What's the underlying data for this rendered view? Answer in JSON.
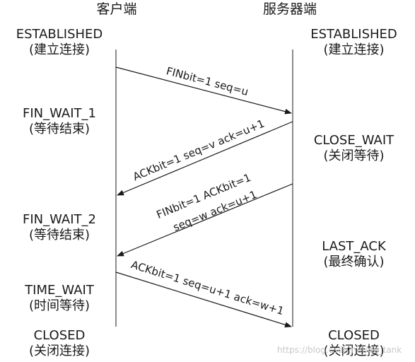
{
  "colors": {
    "line": "#1a1a1a",
    "text": "#1a1a1a",
    "watermark": "#c8c8c8",
    "background": "#ffffff"
  },
  "client": {
    "header": "客户端",
    "states": [
      {
        "name": "ESTABLISHED",
        "desc": "(建立连接)"
      },
      {
        "name": "FIN_WAIT_1",
        "desc": "(等待结束)"
      },
      {
        "name": "FIN_WAIT_2",
        "desc": "(等待结束)"
      },
      {
        "name": "TIME_WAIT",
        "desc": "(时间等待)"
      },
      {
        "name": "CLOSED",
        "desc": "(关闭连接)"
      }
    ]
  },
  "server": {
    "header": "服务器端",
    "states": [
      {
        "name": "ESTABLISHED",
        "desc": "(建立连接)"
      },
      {
        "name": "CLOSE_WAIT",
        "desc": "(关闭等待)"
      },
      {
        "name": "LAST_ACK",
        "desc": "(最终确认)"
      },
      {
        "name": "CLOSED",
        "desc": "(关闭连接)"
      }
    ]
  },
  "messages": [
    {
      "lines": [
        "FINbit=1 seq=u"
      ]
    },
    {
      "lines": [
        "ACKbit=1 seq=v ack=u+1"
      ]
    },
    {
      "lines": [
        "FINbit=1 ACKbit=1",
        "seq=w ack=u+1"
      ]
    },
    {
      "lines": [
        "ACKbit=1 seq=u+1 ack=w+1"
      ]
    }
  ],
  "watermark": "https://blog.csdn.net/qq_tank"
}
